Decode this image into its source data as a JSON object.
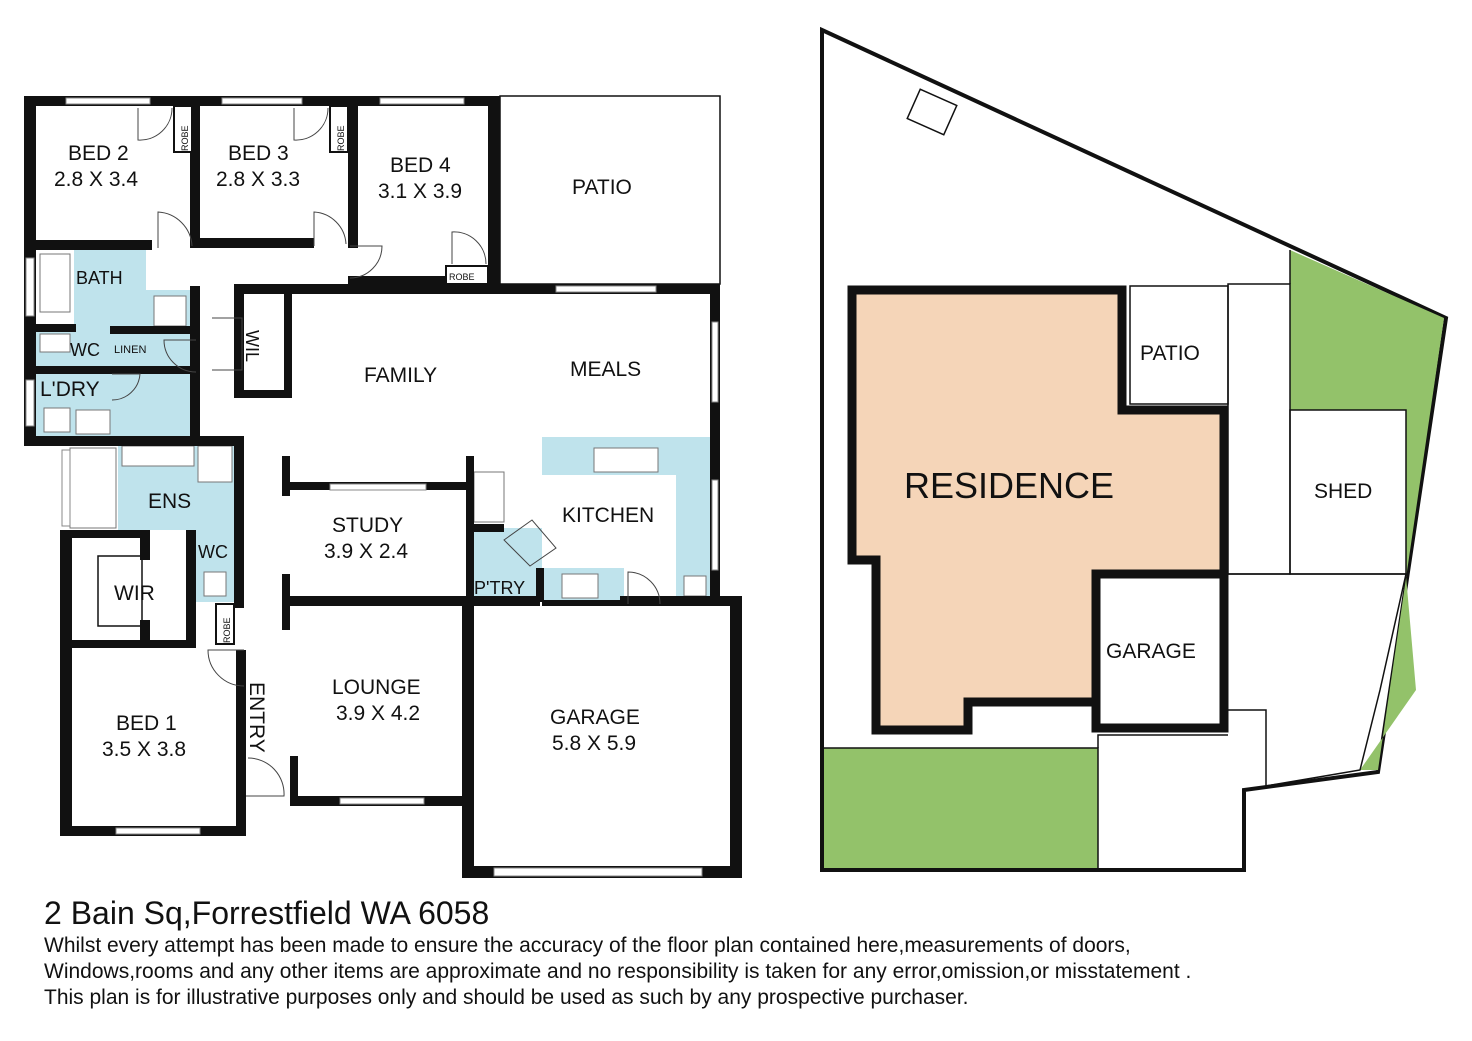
{
  "floor_plan": {
    "rooms": {
      "bed2": {
        "name": "BED 2",
        "size": "2.8 X 3.4"
      },
      "bed3": {
        "name": "BED 3",
        "size": "2.8 X 3.3"
      },
      "bed4": {
        "name": "BED 4",
        "size": "3.1 X 3.9"
      },
      "patio": {
        "name": "PATIO"
      },
      "bath": {
        "name": "BATH"
      },
      "wc1": {
        "name": "WC"
      },
      "linen": {
        "name": "LINEN"
      },
      "laundry": {
        "name": "L'DRY"
      },
      "wil": {
        "name": "WIL"
      },
      "family": {
        "name": "FAMILY"
      },
      "meals": {
        "name": "MEALS"
      },
      "ens": {
        "name": "ENS"
      },
      "wc2": {
        "name": "WC"
      },
      "wir": {
        "name": "WIR"
      },
      "study": {
        "name": "STUDY",
        "size": "3.9 X 2.4"
      },
      "kitchen": {
        "name": "KITCHEN"
      },
      "pantry": {
        "name": "P'TRY"
      },
      "bed1": {
        "name": "BED 1",
        "size": "3.5 X 3.8"
      },
      "entry": {
        "name": "ENTRY"
      },
      "lounge": {
        "name": "LOUNGE",
        "size": "3.9 X 4.2"
      },
      "garage": {
        "name": "GARAGE",
        "size": "5.8 X 5.9"
      }
    },
    "robe_label": "ROBE"
  },
  "site_plan": {
    "residence": "RESIDENCE",
    "patio": "PATIO",
    "shed": "SHED",
    "garage": "GARAGE"
  },
  "colors": {
    "wet_area": "#bfe3ec",
    "residence": "#f5d5b8",
    "lawn": "#93c26a",
    "wall": "#111111"
  },
  "footer": {
    "address": "2 Bain Sq,Forrestfield WA 6058",
    "disclaimer_line1": "Whilst every attempt has been made to ensure the accuracy of the floor plan contained here,measurements of doors,",
    "disclaimer_line2": "Windows,rooms and any other items are approximate and no responsibility is taken for any error,omission,or misstatement .",
    "disclaimer_line3": "This plan is for illustrative purposes only and should be used as such by any prospective purchaser."
  }
}
